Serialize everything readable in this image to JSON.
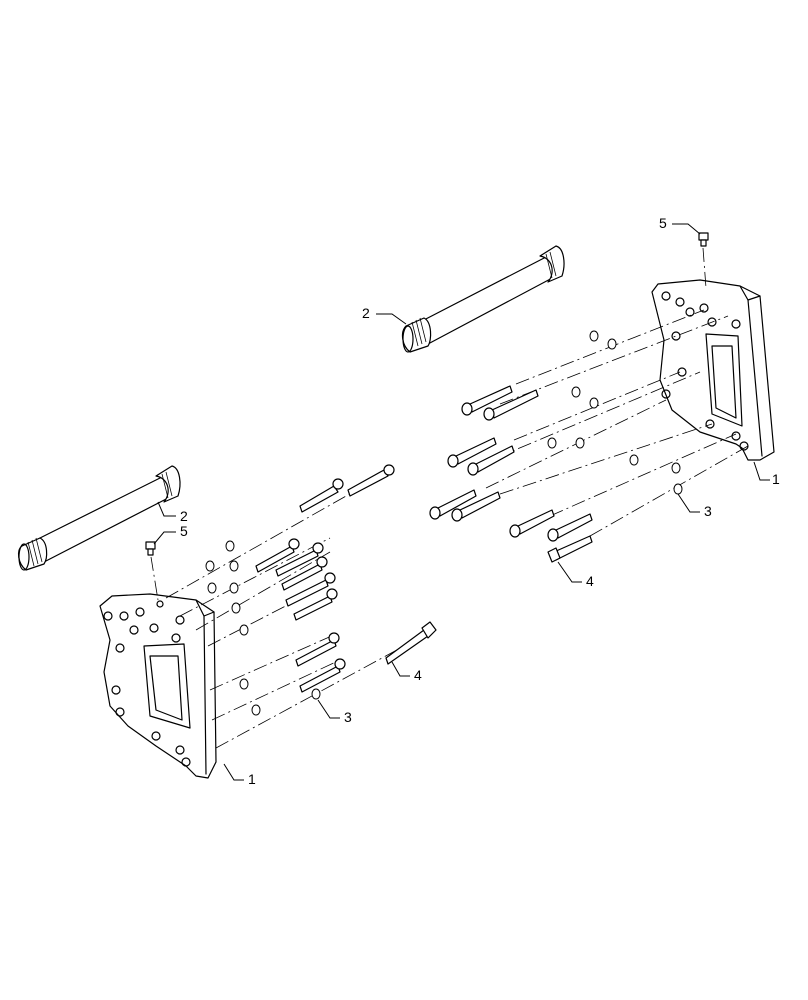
{
  "callouts": {
    "housing_right": "1",
    "housing_left": "1",
    "shaft_top": "2",
    "shaft_left": "2",
    "washer_right": "3",
    "washer_left": "3",
    "bolt_right": "4",
    "bolt_left": "4",
    "fitting_right": "5",
    "fitting_left": "5"
  }
}
